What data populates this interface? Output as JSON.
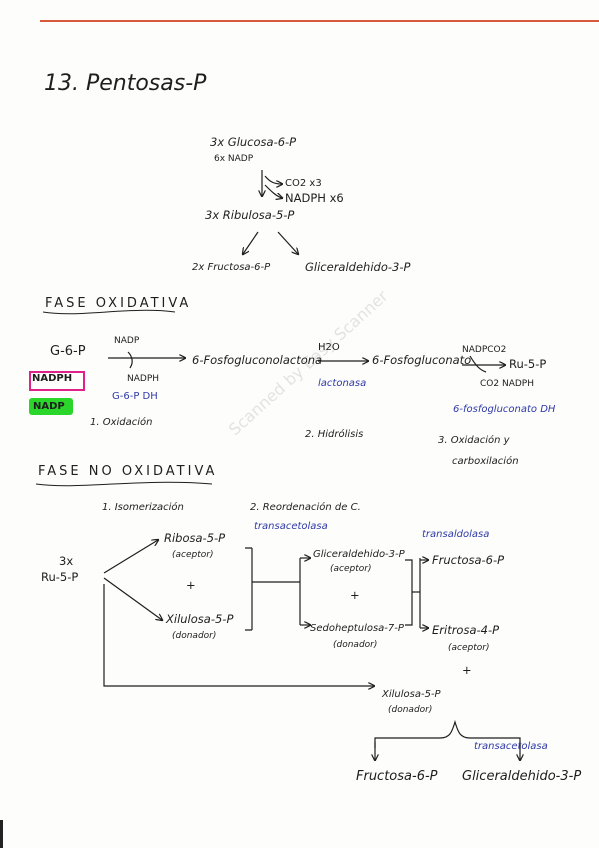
{
  "title": "13. Pentosas-P",
  "summary": {
    "glucose": "3x Glucosa-6-P",
    "nadp_in": "6x NADP",
    "co2": "CO2 x3",
    "nadph": "NADPH x6",
    "ribulose": "3x Ribulosa-5-P",
    "fructose": "2x Fructosa-6-P",
    "glyceraldehyde": "Gliceraldehido-3-P"
  },
  "oxidative": {
    "header": "FASE OXIDATIVA",
    "g6p": "G-6-P",
    "nadp1": "NADP",
    "nadph1": "NADPH",
    "lactone": "6-Fosfogluconolactona",
    "h2o": "H2O",
    "lactonasa": "lactonasa",
    "gluconate": "6-Fosfogluconato",
    "nadp_co2": "NADPCO2",
    "co2_nadph": "CO2 NADPH",
    "ru5p": "Ru-5-P",
    "nadph_badge": "NADPH",
    "nadp_badge": "NADP",
    "enzyme1": "G-6-P  DH",
    "enzyme3": "6-fosfogluconato DH",
    "step1": "1. Oxidación",
    "step2": "2. Hidrólisis",
    "step3_a": "3. Oxidación y",
    "step3_b": "carboxilación"
  },
  "nonoxidative": {
    "header": "FASE NO OXIDATIVA",
    "iso": "1. Isomerización",
    "reorg": "2. Reordenación de C.",
    "start_a": "3x",
    "start_b": "Ru-5-P",
    "ribose": "Ribosa-5-P",
    "ribose_role": "(aceptor)",
    "plus": "+",
    "xylulose": "Xilulosa-5-P",
    "xylulose_role": "(donador)",
    "transcetolasa": "transacetolasa",
    "gliceral": "Gliceraldehido-3-P",
    "gliceral_role": "(aceptor)",
    "sedo": "Sedoheptulosa-7-P",
    "sedo_role": "(donador)",
    "transaldolasa": "transaldolasa",
    "fructose": "Fructosa-6-P",
    "eritrose": "Eritrosa-4-P",
    "eritrose_role": "(aceptor)",
    "xylulose2": "Xilulosa-5-P",
    "xylulose2_role": "(donador)",
    "transcetolasa2": "transacetolasa",
    "final_fructose": "Fructosa-6-P",
    "final_gliceral": "Gliceraldehido-3-P"
  },
  "watermark": "Scanned by Easy Scanner",
  "colors": {
    "ink": "#1e1e1e",
    "blue": "#2f3aa8",
    "pink": "#e0218a",
    "green": "#2bd62b",
    "red_line": "#d85a3c"
  }
}
